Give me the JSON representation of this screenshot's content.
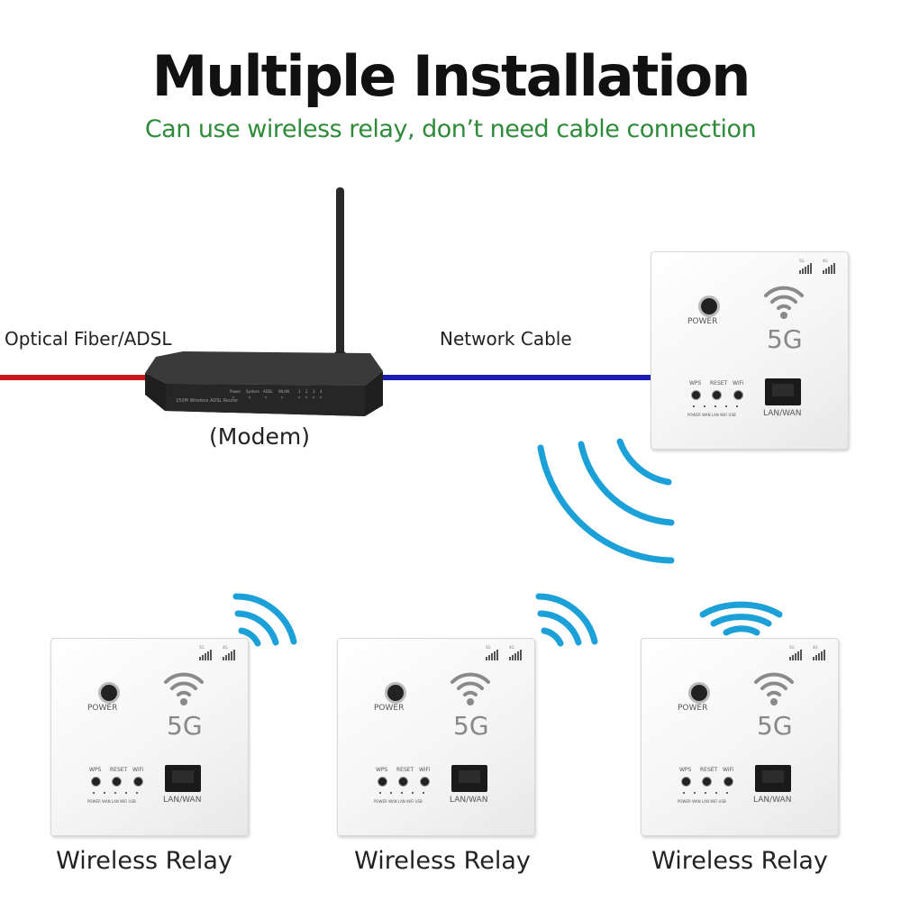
{
  "header": {
    "title": "Multiple Installation",
    "subtitle": "Can use wireless relay, don’t need cable connection"
  },
  "labels": {
    "fiber": "Optical Fiber/ADSL",
    "cable": "Network Cable",
    "modem": "(Modem)",
    "relay": "Wireless Relay"
  },
  "panel": {
    "power": "POWER",
    "wps": "WPS",
    "reset": "RESET",
    "wifi": "WiFi",
    "led_labels": "POWER WAN  LAN  WiFi USB",
    "port": "LAN/WAN",
    "band": "5G",
    "sig_a": "5G",
    "sig_b": "4G"
  },
  "modem": {
    "brand": "150M Wireless ADSL Router",
    "indicators": [
      "Power",
      "System",
      "ADSL",
      "WLAN",
      "1",
      "2",
      "3",
      "4"
    ]
  },
  "colors": {
    "fiber_line": "#c71a1a",
    "cable_line": "#1c1cb0",
    "signal_waves": "#1ca0d8",
    "subtitle": "#2f8a3a"
  }
}
